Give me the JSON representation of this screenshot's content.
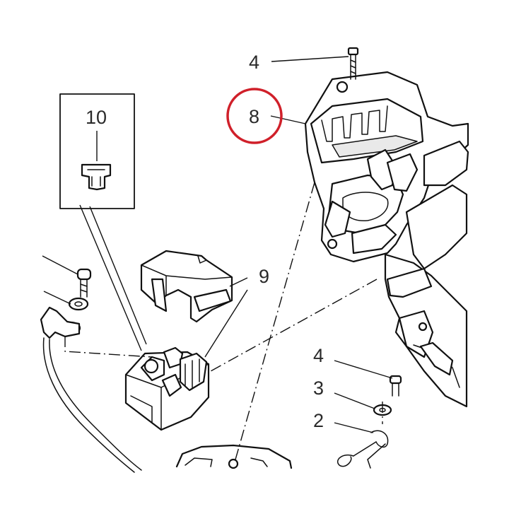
{
  "callouts": {
    "c4_top": "4",
    "c8": "8",
    "c10": "10",
    "c9": "9",
    "c4_right": "4",
    "c3": "3",
    "c2": "2"
  },
  "highlight": {
    "target": "8",
    "color": "#d0202a"
  }
}
